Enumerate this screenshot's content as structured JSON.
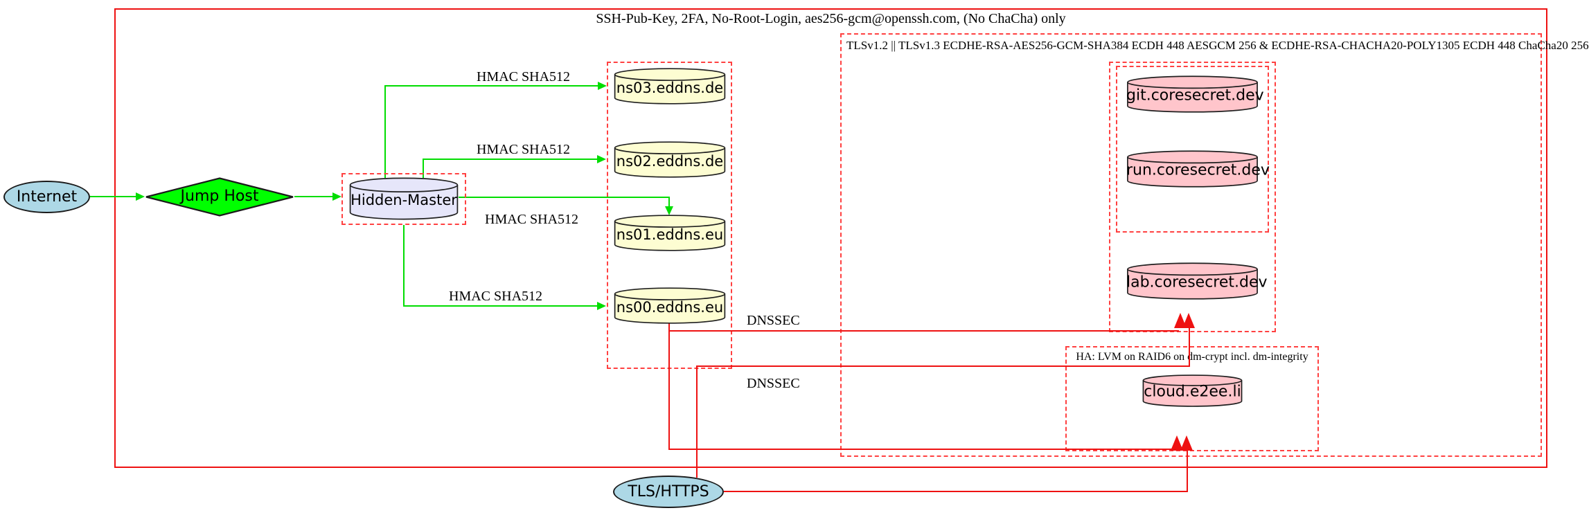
{
  "clusters": {
    "ssh_hardening": {
      "label": "SSH-Pub-Key, 2FA, No-Root-Login, aes256-gcm@openssh.com, (No ChaCha) only"
    },
    "tls_policy": {
      "label": "TLSv1.2 || TLSv1.3 ECDHE-RSA-AES256-GCM-SHA384 ECDH 448 AESGCM 256 & ECDHE-RSA-CHACHA20-POLY1305 ECDH 448 ChaCha20 256"
    },
    "ha_storage": {
      "label": "HA: LVM on RAID6 on dm-crypt incl. dm-integrity"
    }
  },
  "nodes": {
    "internet": {
      "label": "Internet",
      "shape": "ellipse"
    },
    "jump_host": {
      "label": "Jump Host",
      "shape": "diamond"
    },
    "hidden_master": {
      "label": "Hidden-Master",
      "shape": "cylinder"
    },
    "ns03": {
      "label": "ns03.eddns.de",
      "shape": "cylinder"
    },
    "ns02": {
      "label": "ns02.eddns.de",
      "shape": "cylinder"
    },
    "ns01": {
      "label": "ns01.eddns.eu",
      "shape": "cylinder"
    },
    "ns00": {
      "label": "ns00.eddns.eu",
      "shape": "cylinder"
    },
    "git": {
      "label": "git.coresecret.dev",
      "shape": "cylinder"
    },
    "run": {
      "label": "run.coresecret.dev",
      "shape": "cylinder"
    },
    "lab": {
      "label": "lab.coresecret.dev",
      "shape": "cylinder"
    },
    "cloud": {
      "label": "cloud.e2ee.li",
      "shape": "cylinder"
    },
    "tls_https": {
      "label": "TLS/HTTPS",
      "shape": "ellipse"
    }
  },
  "edge_labels": {
    "hmac": "HMAC SHA512",
    "dnssec": "DNSSEC"
  },
  "colors": {
    "internet_fill": "#ADD8E6",
    "jump_host_fill": "#00FF00",
    "master_fill": "#E6E6FA",
    "dns_fill": "#FDFDD2",
    "service_fill": "#FFC5CB",
    "edge_green": "#00DD00",
    "edge_red": "#EE1111",
    "cluster_red_dashed": "#FF4040"
  }
}
